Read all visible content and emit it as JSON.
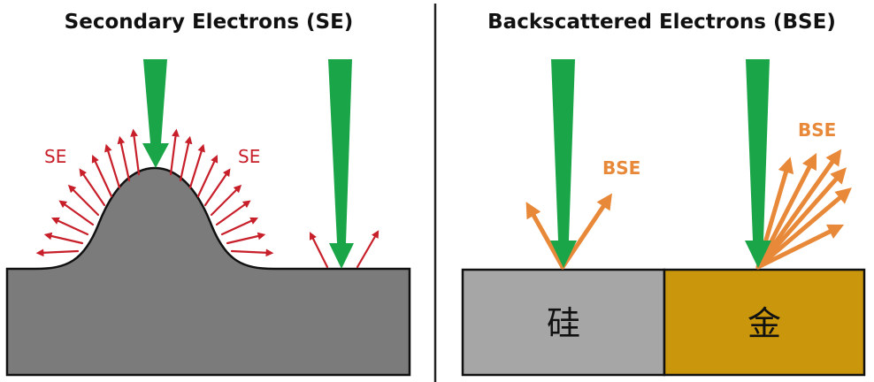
{
  "left_panel": {
    "title": "Secondary Electrons (SE)",
    "se_label_left": "SE",
    "se_label_right": "SE"
  },
  "right_panel": {
    "title": "Backscattered Electrons (BSE)",
    "bse_label_1": "BSE",
    "bse_label_2": "BSE",
    "material_1": "硅",
    "material_2": "金"
  },
  "colors": {
    "beam": "#1aa548",
    "se_arrow": "#c8202a",
    "bse_arrow": "#e8893a",
    "sample_gray": "#7b7b7b",
    "silicon": "#a6a6a6",
    "gold": "#c9960c",
    "outline": "#111111",
    "divider": "#222222"
  },
  "icons": {
    "beam": "green-beam-arrow-icon",
    "se": "red-arrow-icon",
    "bse": "orange-arrow-icon"
  }
}
